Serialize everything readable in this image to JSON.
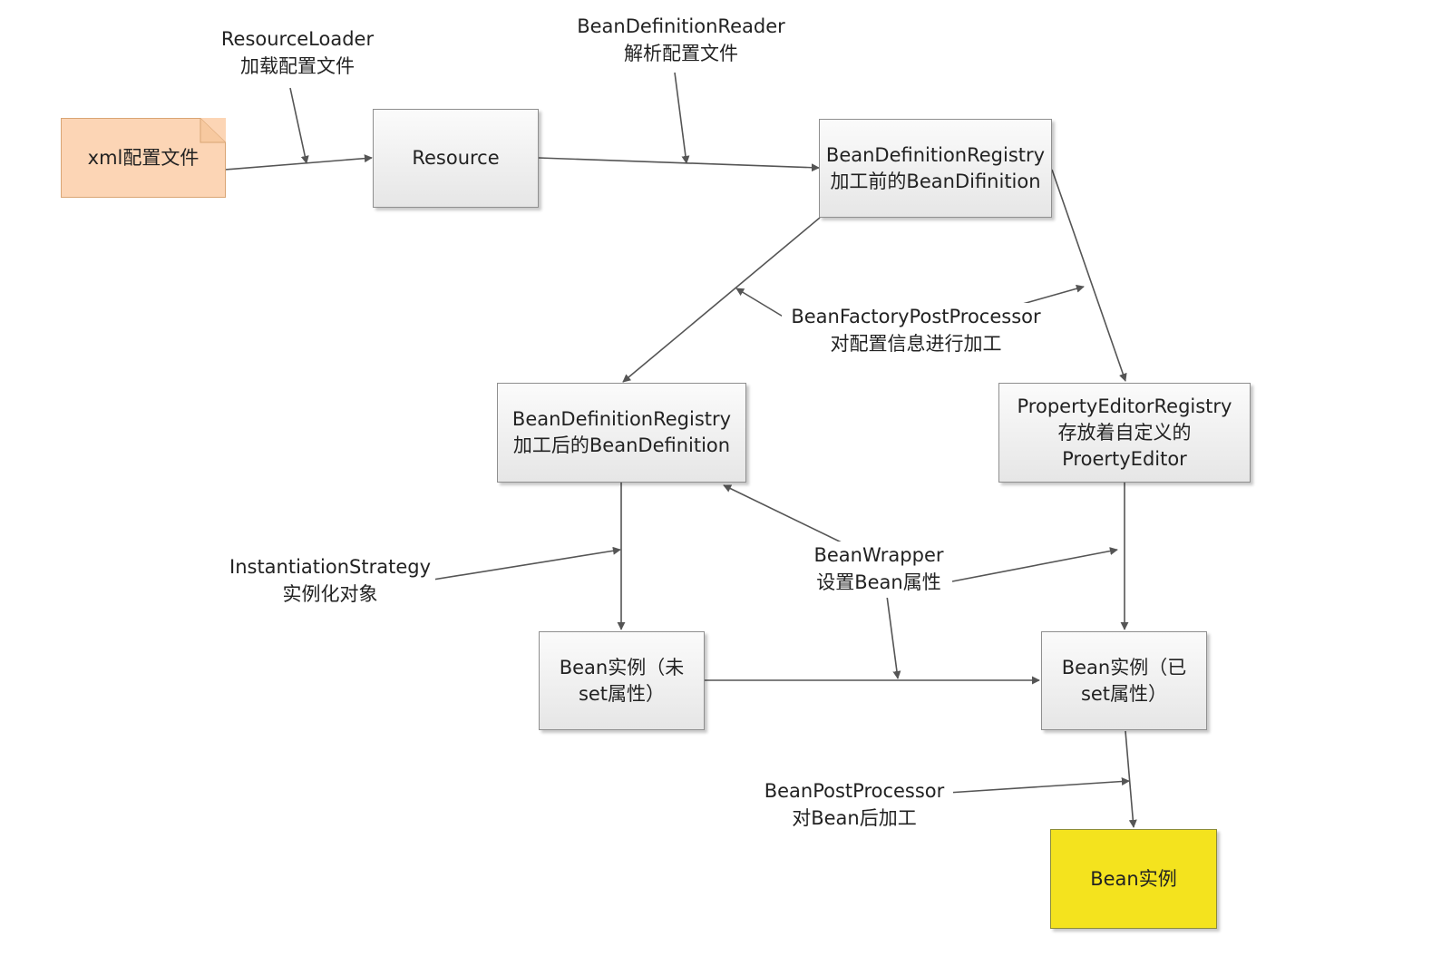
{
  "nodes": {
    "xml_file": "xml配置文件",
    "resource": "Resource",
    "registry_before": "BeanDefinitionRegistry\n加工前的BeanDifinition",
    "registry_after": "BeanDefinitionRegistry\n加工后的BeanDefinition",
    "property_editor_registry": "PropertyEditorRegistry\n存放着自定义的\nProertyEditor",
    "bean_unset": "Bean实例（未\nset属性）",
    "bean_set": "Bean实例（已\nset属性）",
    "bean_final": "Bean实例"
  },
  "labels": {
    "resource_loader": "ResourceLoader\n加载配置文件",
    "definition_reader": "BeanDefinitionReader\n解析配置文件",
    "factory_post_processor": "BeanFactoryPostProcessor\n对配置信息进行加工",
    "instantiation_strategy": "InstantiationStrategy\n实例化对象",
    "bean_wrapper": "BeanWrapper\n设置Bean属性",
    "bean_post_processor": "BeanPostProcessor\n对Bean后加工"
  },
  "colors": {
    "line": "#555555",
    "xml_file_fill": "#fcd5b5",
    "xml_file_border": "#d9a574",
    "final_fill": "#f4e31e"
  }
}
